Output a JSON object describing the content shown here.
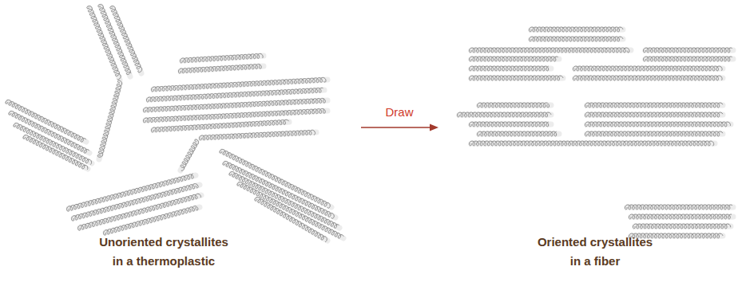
{
  "diagram": {
    "labels": [
      "Draw",
      "Unoriented crystallites in a thermoplastic",
      "Oriented crystallites in a fiber"
    ]
  }
}
